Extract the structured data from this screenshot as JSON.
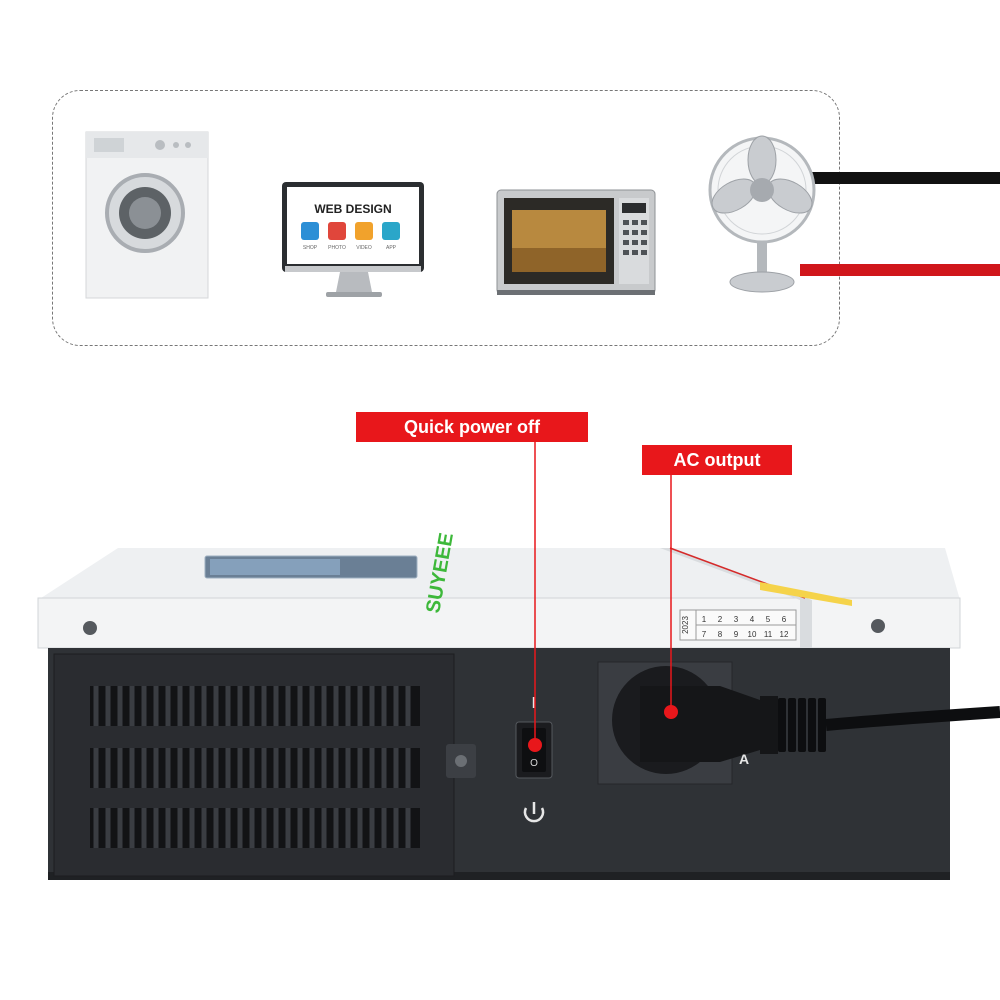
{
  "appliances": {
    "monitor_title": "WEB DESIGN",
    "monitor_icon_captions": [
      "SHOP",
      "PHOTO",
      "VIDEO",
      "APP"
    ]
  },
  "inverter": {
    "brand": "SUYEEE",
    "date_label_year": "2023",
    "date_label_row1": [
      "1",
      "2",
      "3",
      "4",
      "5",
      "6"
    ],
    "date_label_row2": [
      "7",
      "8",
      "9",
      "10",
      "11",
      "12"
    ],
    "switch_on_mark": "I",
    "switch_off_mark": "O",
    "socket_side_letter": "A"
  },
  "callouts": {
    "quick_power_off": "Quick power off",
    "ac_output": "AC output"
  },
  "colors": {
    "callout_red": "#e8171b",
    "cable_red": "#d0161b",
    "inverter_dark": "#2f3236",
    "inverter_white": "#f3f4f5",
    "brand_green": "#3db83a"
  }
}
